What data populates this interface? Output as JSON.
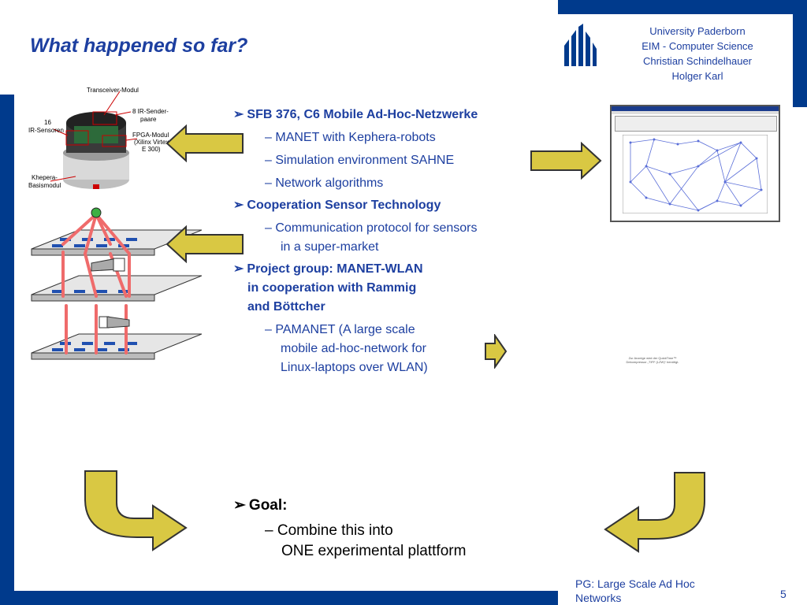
{
  "title": "What happened so far?",
  "header": {
    "lines": [
      "University Paderborn",
      "EIM - Computer Science",
      "Christian Schindelhauer",
      "Holger Karl"
    ]
  },
  "robot_labels": {
    "transceiver": "Transceiver-Modul",
    "ir_sender_1": "8 IR-Sender-",
    "ir_sender_2": "paare",
    "ir_sensors_1": "16",
    "ir_sensors_2": "IR-Sensoren",
    "fpga_1": "FPGA-Modul",
    "fpga_2": "(Xilinx Virtex",
    "fpga_3": "E 300)",
    "khepera_1": "Khepera-",
    "khepera_2": "Basismodul"
  },
  "bullets": {
    "sfb": "SFB 376, C6 Mobile Ad-Hoc-Netzwerke",
    "sfb_sub": [
      "MANET with Kephera-robots",
      "Simulation environment SAHNE",
      "Network algorithms"
    ],
    "coop": "Cooperation Sensor Technology",
    "coop_sub_1": "Communication protocol for sensors",
    "coop_sub_2": "in a super-market",
    "pg_1": "Project group: MANET-WLAN",
    "pg_2": "in cooperation with Rammig",
    "pg_3": "and Böttcher",
    "pg_sub_1": "PAMANET (A large scale",
    "pg_sub_2": "mobile ad-hoc-network for",
    "pg_sub_3": "Linux-laptops over WLAN)"
  },
  "goal": {
    "label": "Goal:",
    "line_1": "Combine this into",
    "line_2": "ONE experimental plattform"
  },
  "bullet_markers": {
    "arrow": "➢",
    "dash": "–"
  },
  "quicktime_note": "Zur Anzeige wird der QuickTime™ Dekompressor „TIFF (LZW)“ benötigt.",
  "footer": {
    "line_1": "PG: Large Scale Ad Hoc",
    "line_2": "Networks",
    "page": "5"
  },
  "colors": {
    "brand_blue": "#003a8c",
    "text_blue": "#1d3fa0",
    "arrow_fill": "#d9c843",
    "link_red": "#ef6b6b"
  }
}
